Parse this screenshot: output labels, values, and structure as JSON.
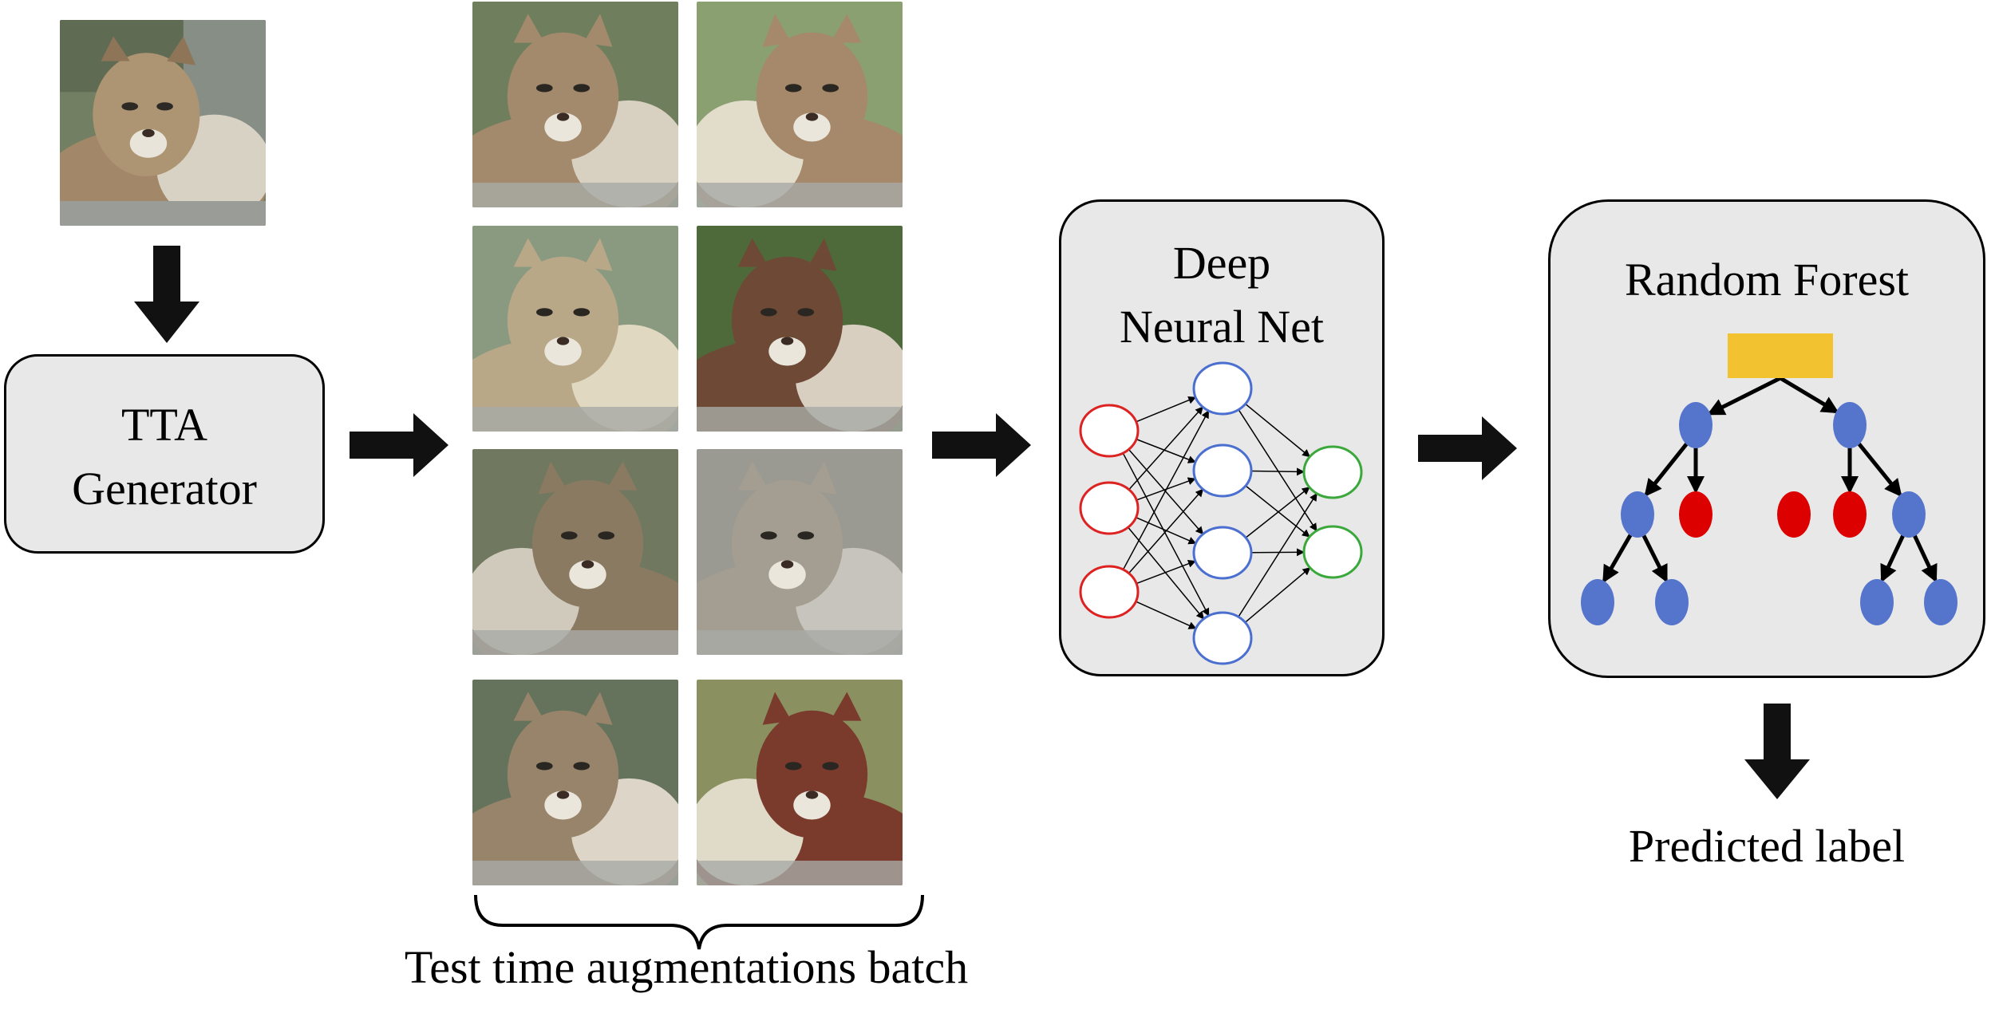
{
  "tta_generator": {
    "line1": "TTA",
    "line2": "Generator"
  },
  "batch_caption": "Test time augmentations batch",
  "dnn": {
    "line1": "Deep",
    "line2": "Neural Net"
  },
  "random_forest": {
    "title": "Random Forest"
  },
  "output": {
    "label": "Predicted label"
  },
  "batch": {
    "tones": [
      {
        "fur": "#a48a6c",
        "light": "#d8d0c0",
        "bg": "#6f7f5e"
      },
      {
        "fur": "#a6886a",
        "light": "#e2dcca",
        "bg": "#8aa070"
      },
      {
        "fur": "#b8a888",
        "light": "#e0d8c0",
        "bg": "#8a9a80"
      },
      {
        "fur": "#6e4a36",
        "light": "#d8cfc0",
        "bg": "#4e6a3a"
      },
      {
        "fur": "#8a7a62",
        "light": "#cfcabc",
        "bg": "#707860"
      },
      {
        "fur": "#a49e92",
        "light": "#c6c4bc",
        "bg": "#9a9a92"
      },
      {
        "fur": "#98846a",
        "light": "#ddd6c8",
        "bg": "#66735c"
      },
      {
        "fur": "#7a3a2c",
        "light": "#e0dac8",
        "bg": "#8a9060"
      }
    ]
  },
  "colors": {
    "input_node": "#dd2222",
    "hidden_node": "#4a6fd0",
    "output_node": "#3aa83a",
    "tree_node": "#5574cc",
    "leaf_red": "#dd0000",
    "root": "#f2c231"
  }
}
